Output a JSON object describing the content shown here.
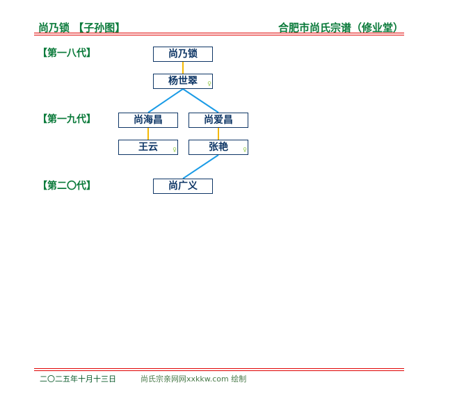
{
  "header": {
    "left": "尚乃锁 【子孙图】",
    "right": "合肥市尚氏宗谱（修业堂）"
  },
  "generations": [
    "【第一八代】",
    "【第一九代】",
    "【第二〇代】"
  ],
  "people": {
    "p1": "尚乃锁",
    "p2": "杨世翠",
    "p3": "尚海昌",
    "p4": "尚爱昌",
    "p5": "王云",
    "p6": "张艳",
    "p7": "尚广义"
  },
  "female_symbol": "♀",
  "colors": {
    "green": "#0a7a3a",
    "red": "#e00000",
    "navy": "#0d3565",
    "spouse_line": "#f5b800",
    "child_line": "#1a9be6"
  },
  "footer": {
    "date": "二〇二五年十月十三日",
    "credit": "尚氏宗亲网网xxkkw.com 绘制"
  }
}
